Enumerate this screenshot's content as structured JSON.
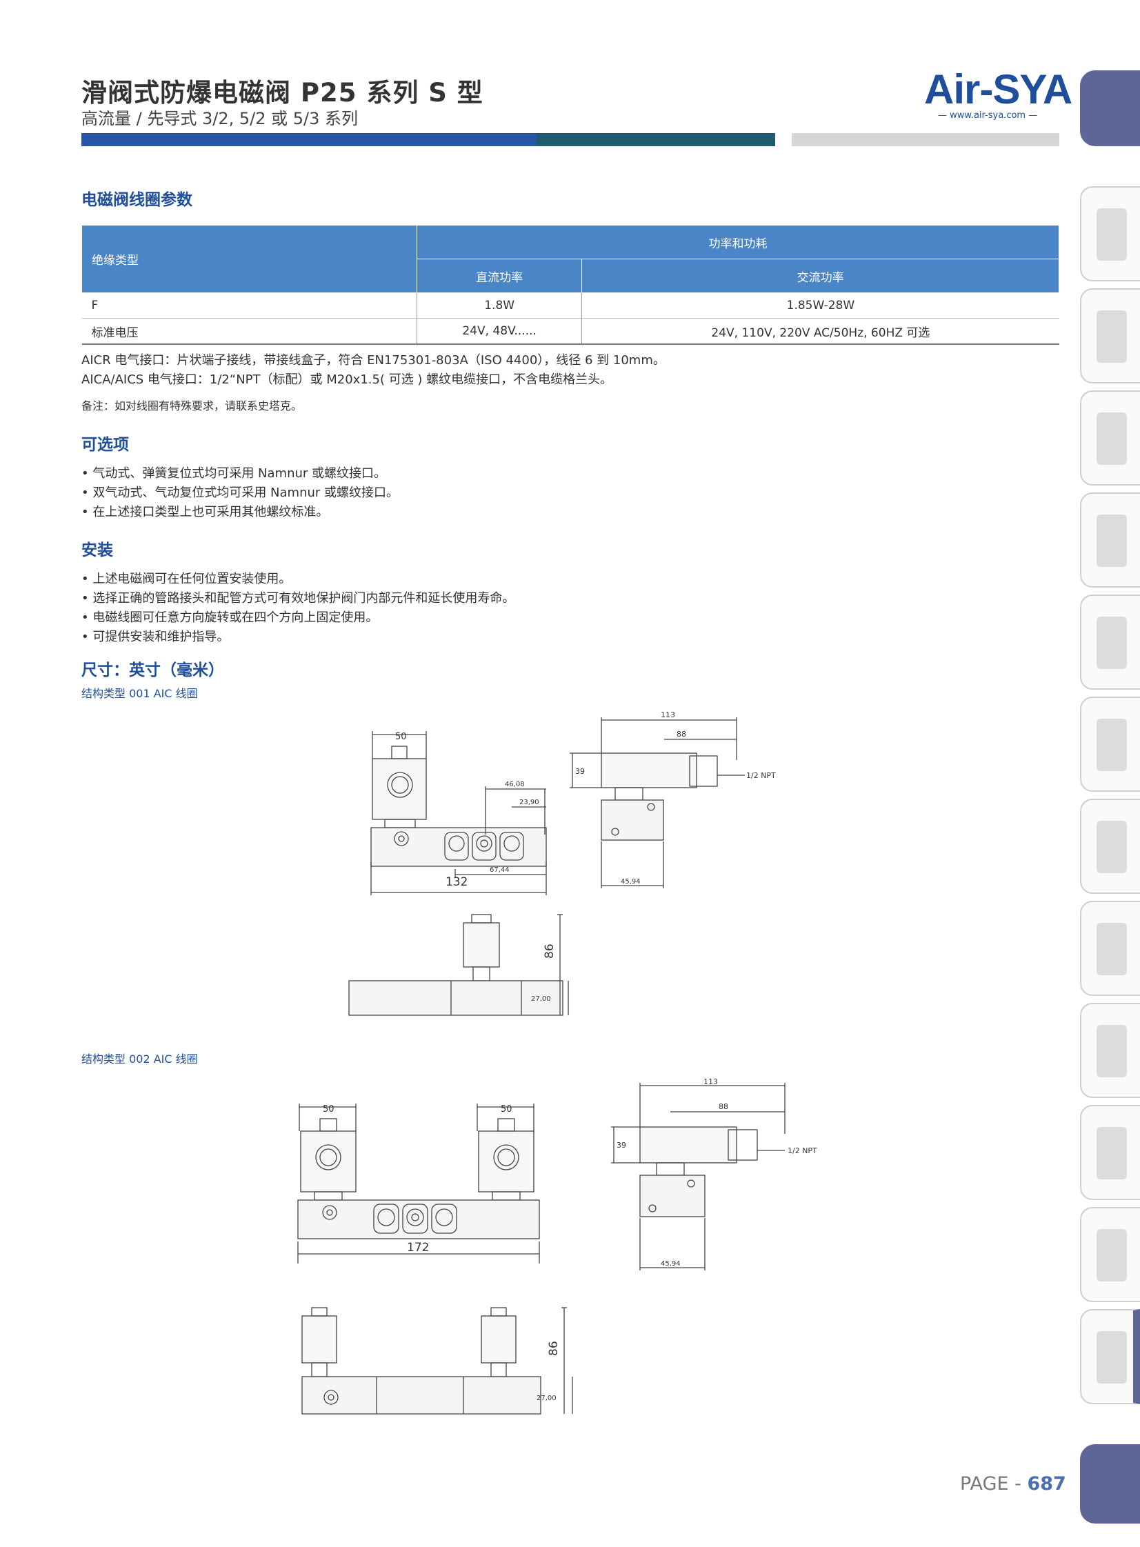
{
  "header": {
    "title": "滑阀式防爆电磁阀 P25 系列 S 型",
    "subtitle": "高流量 / 先导式 3/2, 5/2 或 5/3 系列",
    "logo": "Air-SYA",
    "logo_url": "— www.air-sya.com —"
  },
  "coil_section": {
    "heading": "电磁阀线圈参数",
    "table": {
      "col1_header": "绝缘类型",
      "group_header": "功率和功耗",
      "dc_header": "直流功率",
      "ac_header": "交流功率",
      "rows": [
        {
          "label": "F",
          "dc": "1.8W",
          "ac": "1.85W-28W"
        },
        {
          "label": "标准电压",
          "dc": "24V, 48V......",
          "ac": "24V, 110V, 220V AC/50Hz, 60HZ 可选"
        }
      ]
    },
    "notes": [
      "AICR 电气接口：片状端子接线，带接线盒子，符合 EN175301-803A（ISO 4400），线径 6 到 10mm。",
      "AICA/AICS 电气接口：1/2“NPT（标配）或 M20x1.5( 可选 ) 螺纹电缆接口，不含电缆格兰头。"
    ],
    "remark": "备注：如对线圈有特殊要求，请联系史塔克。"
  },
  "options": {
    "heading": "可选项",
    "items": [
      "• 气动式、弹簧复位式均可采用 Namnur 或螺纹接口。",
      "• 双气动式、气动复位式均可采用 Namnur 或螺纹接口。",
      "• 在上述接口类型上也可采用其他螺纹标准。"
    ]
  },
  "install": {
    "heading": "安装",
    "items": [
      "• 上述电磁阀可在任何位置安装使用。",
      "• 选择正确的管路接头和配管方式可有效地保护阀门内部元件和延长使用寿命。",
      "• 电磁线圈可任意方向旋转或在四个方向上固定使用。",
      "• 可提供安装和维护指导。"
    ]
  },
  "dimensions": {
    "heading": "尺寸：英寸（毫米）",
    "type1_label": "结构类型 001 AIC 线圈",
    "type2_label": "结构类型 002 AIC 线圈",
    "d1": {
      "w50": "50",
      "d4608": "46,08",
      "d2390": "23,90",
      "d6744": "67,44",
      "w132": "132",
      "w113": "113",
      "w88": "88",
      "h39": "39",
      "npt": "1/2 NPT",
      "w4594": "45,94",
      "h86": "86",
      "h2700": "27,00"
    },
    "d2": {
      "w50a": "50",
      "w50b": "50",
      "w172": "172",
      "w113": "113",
      "w88": "88",
      "h39": "39",
      "npt": "1/2 NPT",
      "w4594": "45,94",
      "h86": "86",
      "h2700": "27,00"
    }
  },
  "footer": {
    "page_label": "PAGE - ",
    "page_number": "687"
  },
  "colors": {
    "brand_blue": "#1f4e9c",
    "table_header": "#4a86c7",
    "side_tab": "#5e6597"
  }
}
